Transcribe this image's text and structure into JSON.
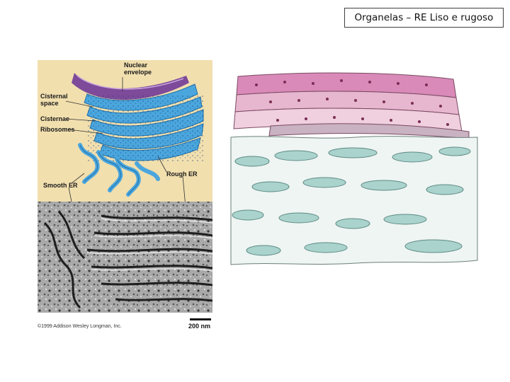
{
  "slide": {
    "title": "Organelas – RE Liso e rugoso"
  },
  "left_figure": {
    "labels": {
      "nuclear_envelope": "Nuclear\nenvelope",
      "cisternal_space": "Cisternal\nspace",
      "cisternae": "Cisternae",
      "ribosomes": "Ribosomes",
      "rough_er": "Rough ER",
      "smooth_er": "Smooth ER"
    },
    "copyright": "©1999 Addison Wesley Longman, Inc.",
    "scale_label": "200 nm"
  },
  "colors": {
    "panel_bg": "#f1dfae",
    "nuclear_envelope": "#7e4a9a",
    "er_blue": "#4aa6dd",
    "micrograph_dark": "#2c2c2c",
    "micrograph_light": "#bdbdbd",
    "rough_er_pink": "#e3a5c5",
    "smooth_er_teal": "#a9d3cc"
  }
}
